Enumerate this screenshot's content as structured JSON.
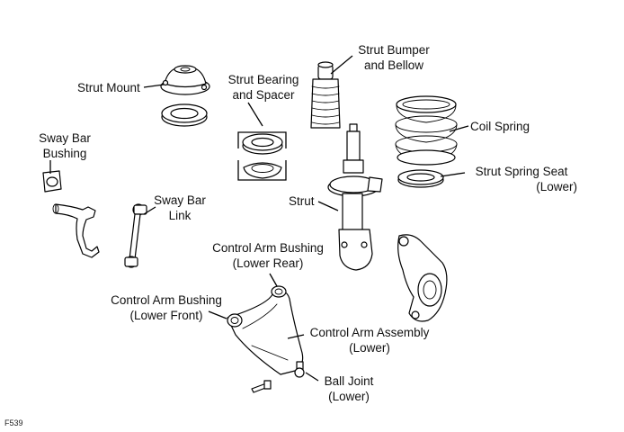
{
  "labels": {
    "strut_mount": "Strut Mount",
    "strut_bearing": [
      "Strut Bearing",
      "and Spacer"
    ],
    "strut_bumper": [
      "Strut Bumper",
      "and Bellow"
    ],
    "coil_spring": "Coil Spring",
    "strut_spring_seat": [
      "Strut Spring Seat",
      "(Lower)"
    ],
    "sway_bar_bushing": [
      "Sway Bar",
      "Bushing"
    ],
    "sway_bar_link": [
      "Sway Bar",
      "Link"
    ],
    "strut": "Strut",
    "control_arm_bushing_rear": [
      "Control Arm Bushing",
      "(Lower Rear)"
    ],
    "control_arm_bushing_front": [
      "Control Arm Bushing",
      "(Lower Front)"
    ],
    "control_arm_assembly": [
      "Control Arm Assembly",
      "(Lower)"
    ],
    "ball_joint": [
      "Ball Joint",
      "(Lower)"
    ]
  },
  "figure_code": "F539"
}
